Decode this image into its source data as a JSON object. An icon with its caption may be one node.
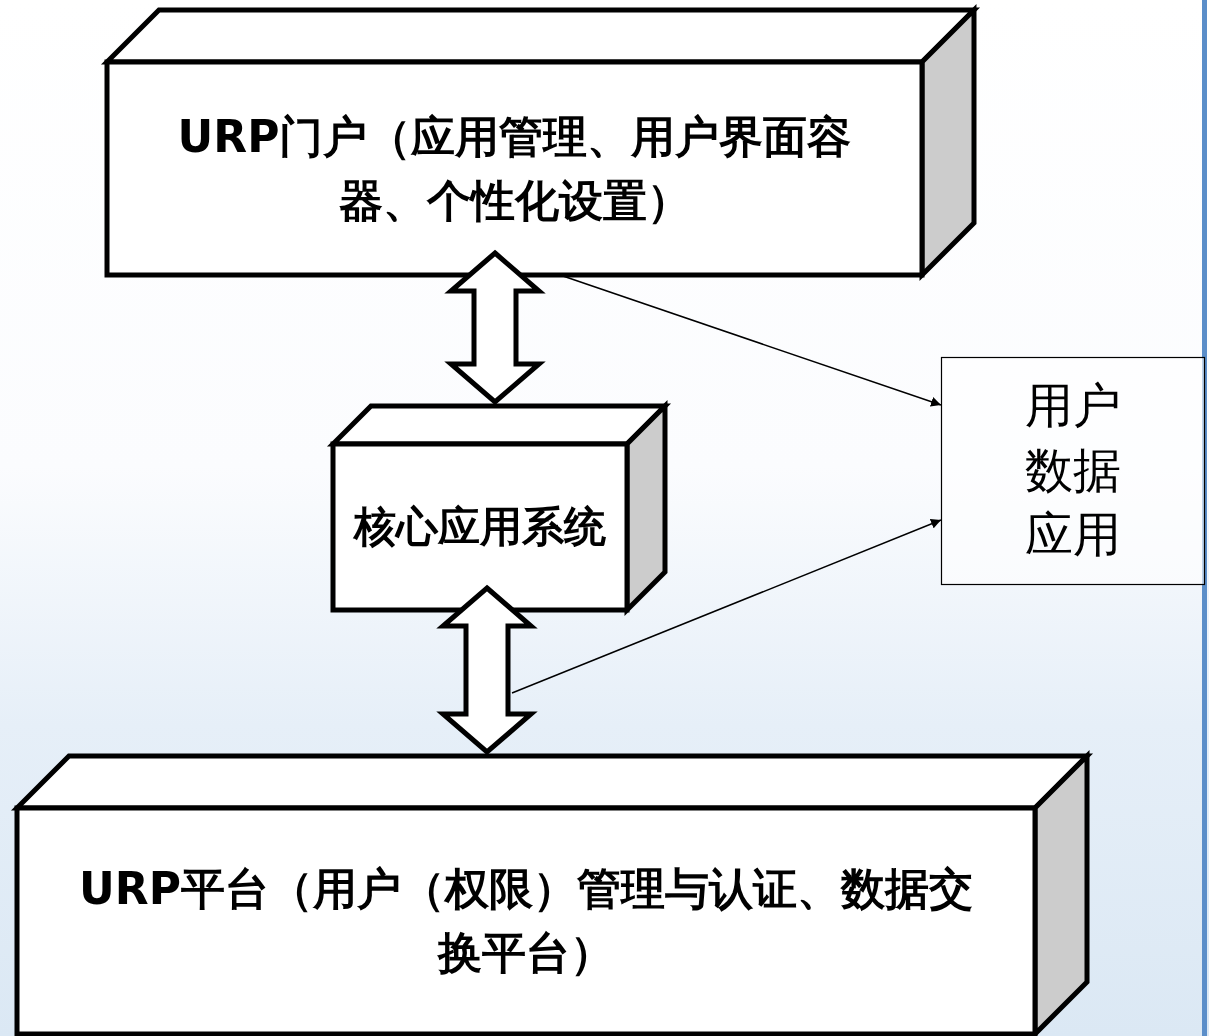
{
  "diagram": {
    "nodes": [
      {
        "text": [
          "URP门户（应用管理、用户界面容器、个性化设置）"
        ]
      },
      {
        "text": [
          "核心应用系统"
        ]
      },
      {
        "text": [
          "URP平台（用户（权限）管理与认证、数据交换平台）"
        ]
      },
      {
        "text": [
          "用户数据应用"
        ]
      }
    ],
    "edges": [
      {
        "from": 0,
        "to": 1,
        "arrow": "both",
        "style": "thick"
      },
      {
        "from": 1,
        "to": 2,
        "arrow": "both",
        "style": "thick"
      },
      {
        "from": 0,
        "to": 3,
        "arrow": "to"
      },
      {
        "from": null,
        "to": 3,
        "arrow": "to"
      }
    ]
  }
}
